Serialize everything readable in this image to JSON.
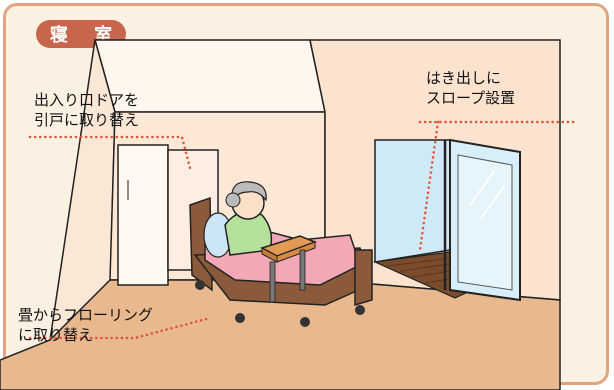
{
  "title": "寝 室",
  "annotations": {
    "door": {
      "line1": "出入り口ドアを",
      "line2": "引戸に取り替え"
    },
    "slope": {
      "line1": "はき出しに",
      "line2": "スロープ設置"
    },
    "floor": {
      "line1": "畳からフローリング",
      "line2": "に取り替え"
    }
  },
  "colors": {
    "frame": "#e0a57f",
    "title_pill": "#c7664c",
    "leader_dots": "#e0513a",
    "wall": "#fbe7d6",
    "floor": "#e8b98f",
    "bed_frame": "#8a5a3a",
    "blanket": "#f2a8b5",
    "window_glass": "#cfe9f6"
  }
}
